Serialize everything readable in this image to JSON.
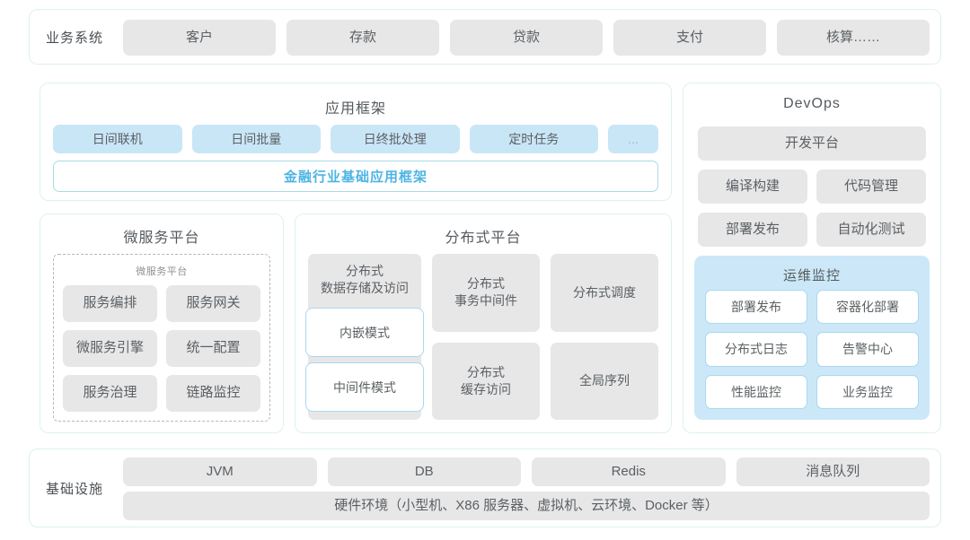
{
  "business_row": {
    "label": "业务系统",
    "items": [
      "客户",
      "存款",
      "贷款",
      "支付",
      "核算……"
    ]
  },
  "app_framework": {
    "title": "应用框架",
    "chips": [
      "日间联机",
      "日间批量",
      "日终批处理",
      "定时任务",
      "..."
    ],
    "banner": "金融行业基础应用框架",
    "accent_color": "#4db4e3"
  },
  "microservice": {
    "title": "微服务平台",
    "inner_title": "微服务平台",
    "items": [
      "服务编排",
      "服务网关",
      "微服务引擎",
      "统一配置",
      "服务治理",
      "链路监控"
    ]
  },
  "distributed": {
    "title": "分布式平台",
    "left_column": {
      "caption": "分布式\n数据存储及访问",
      "caption_line1": "分布式",
      "caption_line2": "数据存储及访问",
      "sub_items": [
        "内嵌模式",
        "中间件模式"
      ]
    },
    "right_grid": [
      "分布式\n事务中间件",
      "分布式调度",
      "分布式\n缓存访问",
      "全局序列"
    ],
    "right_grid_lines": [
      [
        "分布式",
        "事务中间件"
      ],
      [
        "分布式调度",
        ""
      ],
      [
        "分布式",
        "缓存访问"
      ],
      [
        "全局序列",
        ""
      ]
    ]
  },
  "devops": {
    "title": "DevOps",
    "platform": "开发平台",
    "items": [
      "编译构建",
      "代码管理",
      "部署发布",
      "自动化测试"
    ],
    "ops_monitor": {
      "title": "运维监控",
      "items": [
        "部署发布",
        "容器化部署",
        "分布式日志",
        "告警中心",
        "性能监控",
        "业务监控"
      ]
    }
  },
  "infrastructure": {
    "label": "基础设施",
    "items": [
      "JVM",
      "DB",
      "Redis",
      "消息队列"
    ],
    "hardware": "硬件环境（小型机、X86 服务器、虚拟机、云环境、Docker 等）"
  },
  "colors": {
    "panel_border": "#dff0f1",
    "grey_chip": "#e7e7e8",
    "blue_chip": "#c9e6f7",
    "ops_panel": "#cce8f8",
    "accent": "#4db4e3"
  }
}
